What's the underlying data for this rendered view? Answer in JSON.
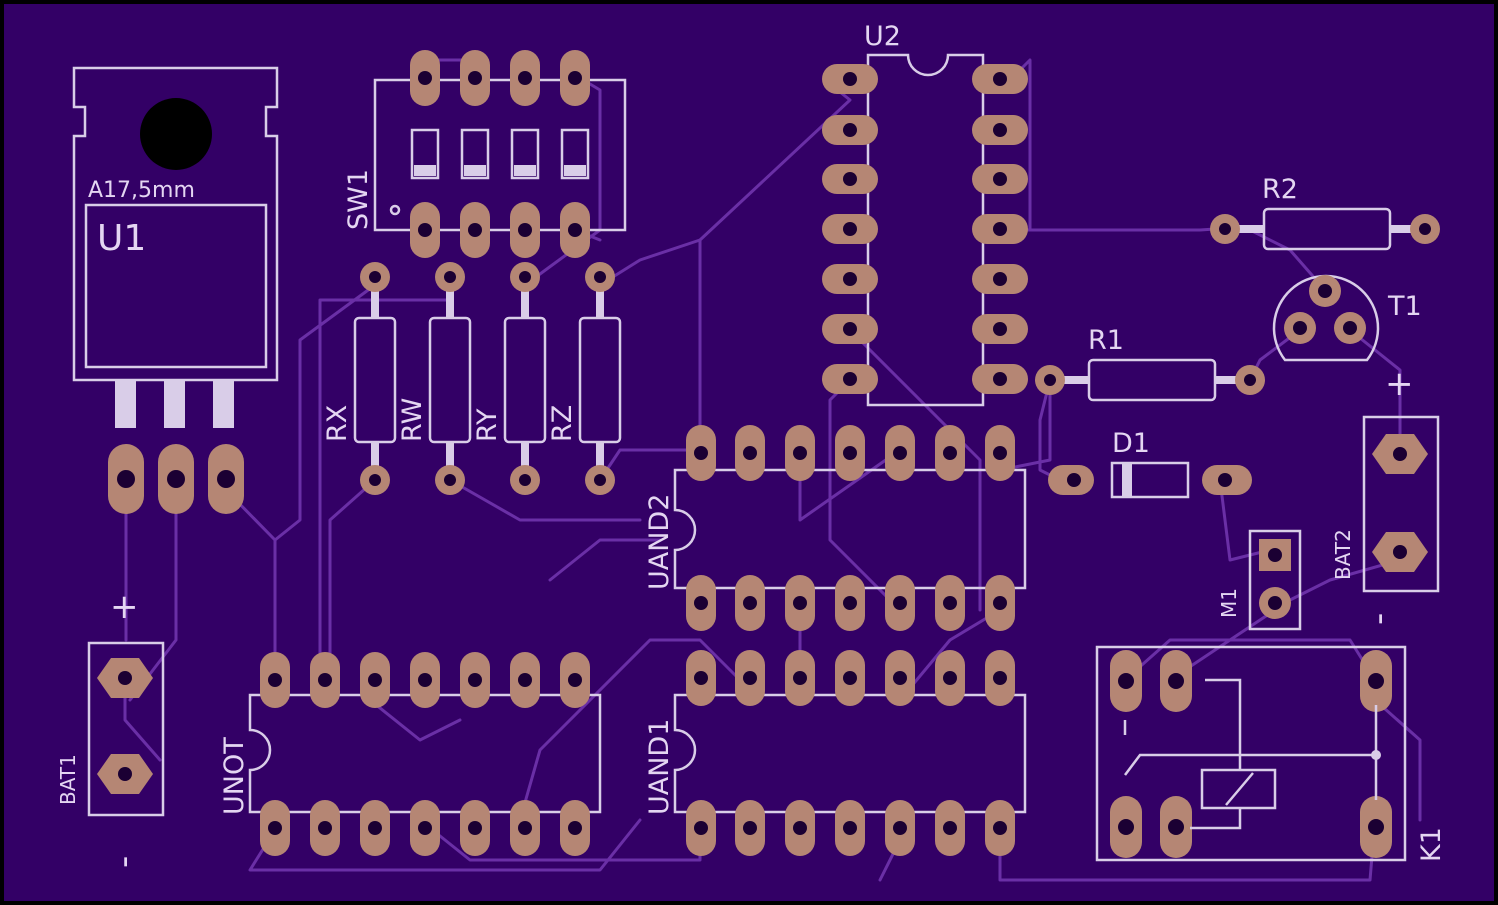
{
  "board": {
    "colors": {
      "substrate": "#330066",
      "edge": "#000000",
      "silkscreen": "#d9cde8",
      "pad": "#b58674",
      "trace": "#6a2fa6"
    }
  },
  "labels": {
    "u1": "U1",
    "u1_package": "A17,5mm",
    "sw1": "SW1",
    "u2": "U2",
    "r2": "R2",
    "t1": "T1",
    "r1": "R1",
    "d1": "D1",
    "rx": "RX",
    "rw": "RW",
    "ry": "RY",
    "rz": "RZ",
    "uand2": "UAND2",
    "uand1": "UAND1",
    "unot": "UNOT",
    "bat1": "BAT1",
    "bat2": "BAT2",
    "m1": "M1",
    "k1": "K1",
    "bat1_plus": "+",
    "bat1_minus": "-",
    "bat2_plus": "+",
    "bat2_minus": "-"
  }
}
